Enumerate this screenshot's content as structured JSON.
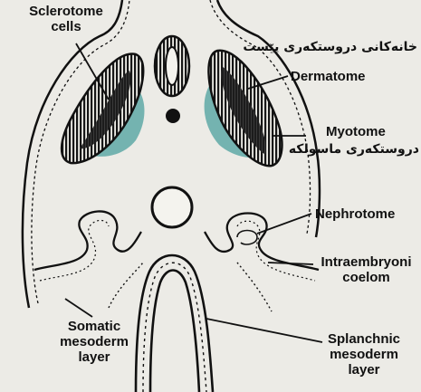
{
  "labels": {
    "sclerotome": [
      "Sclerotome",
      "cells"
    ],
    "dermatome": "Dermatome",
    "dermatome_kurdish": "خانەکانی دروستکەری پێست",
    "myotome": "Myotome",
    "myotome_kurdish": "دروستکەری ماسولکە",
    "nephrotome": "Nephrotome",
    "intraembryonic": [
      "Intraembryoni",
      "coelom"
    ],
    "somatic": [
      "Somatic",
      "mesoderm",
      "layer"
    ],
    "splanchnic": [
      "Splanchnic",
      "mesoderm",
      "layer"
    ]
  },
  "colors": {
    "background": "#ecebe6",
    "line": "#111111",
    "sclerotome_shading": "#5fa9a6"
  }
}
